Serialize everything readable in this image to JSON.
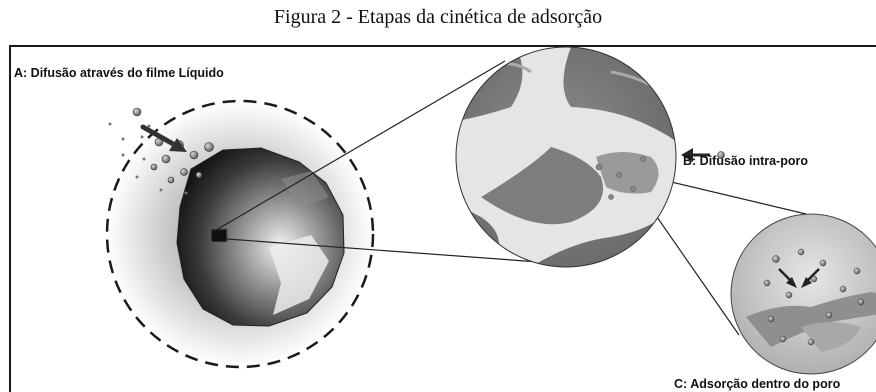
{
  "caption": "Figura 2 - Etapas da cinética de adsorção",
  "labels": {
    "a": "A: Difusão através do filme Líquido",
    "b": "B: Difusão intra-poro",
    "c": "C: Adsorção dentro do poro"
  }
}
